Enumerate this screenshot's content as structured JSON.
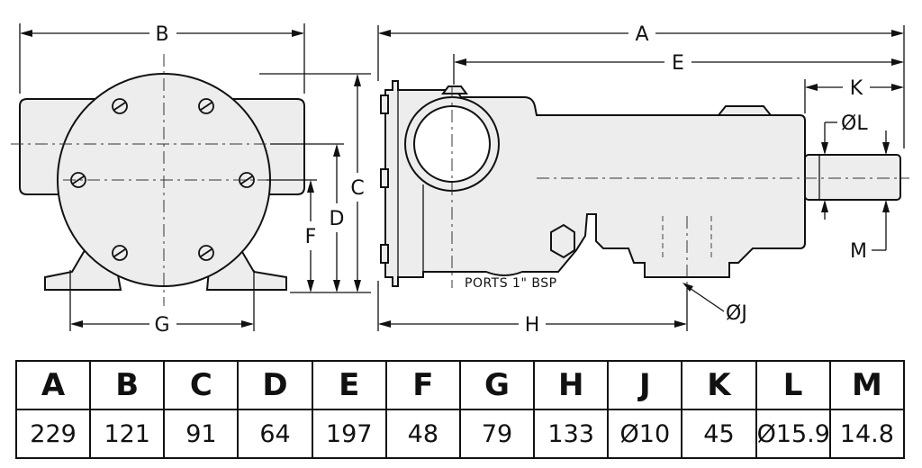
{
  "drawing": {
    "labels": {
      "A": "A",
      "B": "B",
      "C": "C",
      "D": "D",
      "E": "E",
      "F": "F",
      "G": "G",
      "H": "H",
      "J": "ØJ",
      "K": "K",
      "L": "ØL",
      "M": "M"
    },
    "ports_note": "PORTS 1\" BSP"
  },
  "table": {
    "headers": [
      "A",
      "B",
      "C",
      "D",
      "E",
      "F",
      "G",
      "H",
      "J",
      "K",
      "L",
      "M"
    ],
    "values": [
      "229",
      "121",
      "91",
      "64",
      "197",
      "48",
      "79",
      "133",
      "Ø10",
      "45",
      "Ø15.9",
      "14.8"
    ]
  }
}
